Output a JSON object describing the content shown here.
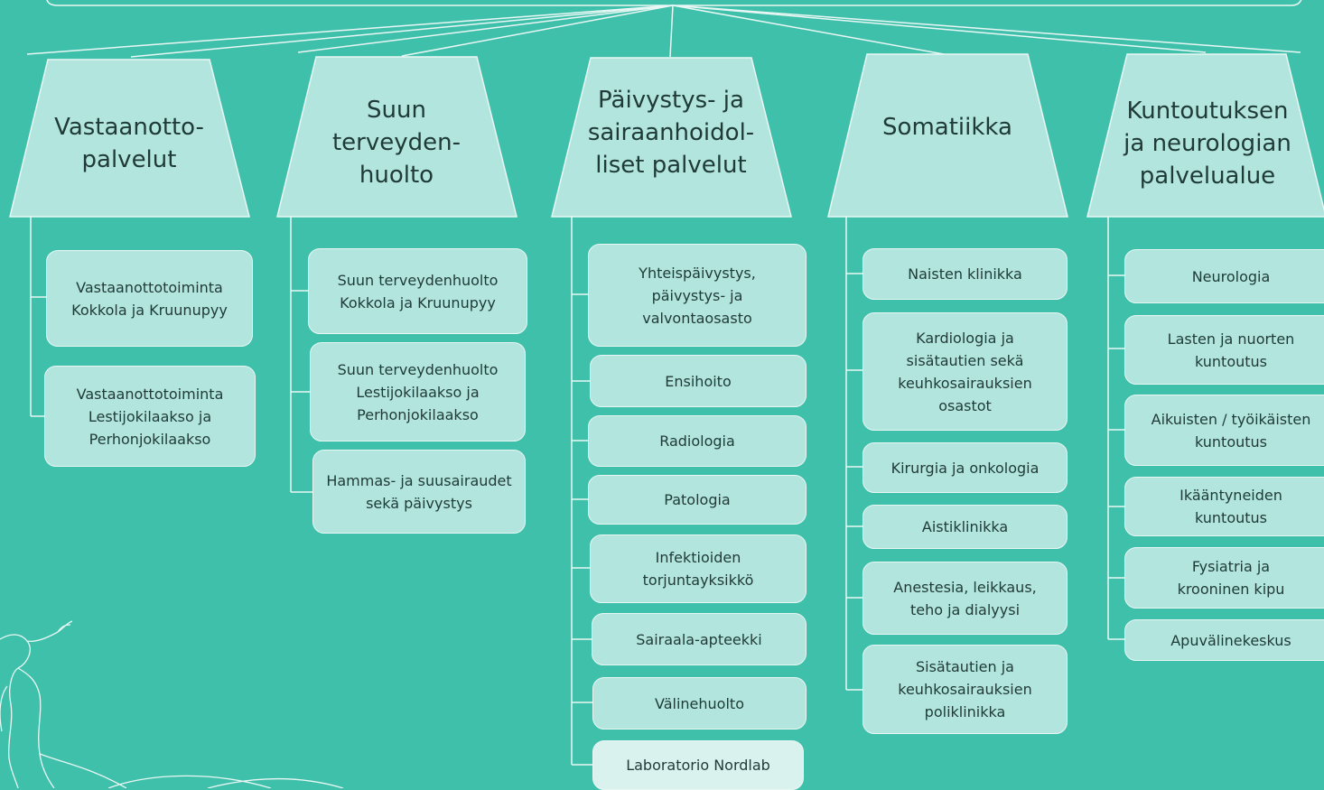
{
  "colors": {
    "background": "#3fc0ab",
    "box_fill": "#b2e5de",
    "box_fill_light": "#daf2ee",
    "line": "#e9f7f4",
    "text": "#1f3a37"
  },
  "columns": [
    {
      "title": "Vastaanotto-\npalvelut",
      "items": [
        {
          "label": "Vastaanottotoiminta\nKokkola ja Kruunupyy"
        },
        {
          "label": "Vastaanottotoiminta\nLestijokilaakso ja\nPerhonjokilaakso"
        }
      ]
    },
    {
      "title": "Suun\nterveyden-\nhuolto",
      "items": [
        {
          "label": "Suun terveydenhuolto\nKokkola ja Kruunupyy"
        },
        {
          "label": "Suun terveydenhuolto\nLestijokilaakso ja\nPerhonjokilaakso"
        },
        {
          "label": "Hammas- ja suusairaudet\nsekä päivystys"
        }
      ]
    },
    {
      "title": "Päivystys- ja\nsairaanhoidol-\nliset palvelut",
      "items": [
        {
          "label": "Yhteispäivystys,\npäivystys- ja\nvalvontaosasto"
        },
        {
          "label": "Ensihoito"
        },
        {
          "label": "Radiologia"
        },
        {
          "label": "Patologia"
        },
        {
          "label": "Infektioiden\ntorjuntayksikkö"
        },
        {
          "label": "Sairaala-apteekki"
        },
        {
          "label": "Välinehuolto"
        },
        {
          "label": "Laboratorio Nordlab"
        }
      ]
    },
    {
      "title": "Somatiikka",
      "items": [
        {
          "label": "Naisten klinikka"
        },
        {
          "label": "Kardiologia ja\nsisätautien sekä\nkeuhkosairauksien\nosastot"
        },
        {
          "label": "Kirurgia ja onkologia"
        },
        {
          "label": "Aistiklinikka"
        },
        {
          "label": "Anestesia, leikkaus,\nteho ja dialyysi"
        },
        {
          "label": "Sisätautien ja\nkeuhkosairauksien\npoliklinikka"
        }
      ]
    },
    {
      "title": "Kuntoutuksen\nja neurologian\npalvelualue",
      "items": [
        {
          "label": "Neurologia"
        },
        {
          "label": "Lasten ja nuorten\nkuntoutus"
        },
        {
          "label": "Aikuisten / työikäisten\nkuntoutus"
        },
        {
          "label": "Ikääntyneiden\nkuntoutus"
        },
        {
          "label": "Fysiatria ja\nkrooninen kipu"
        },
        {
          "label": "Apuvälinekeskus"
        }
      ]
    }
  ]
}
